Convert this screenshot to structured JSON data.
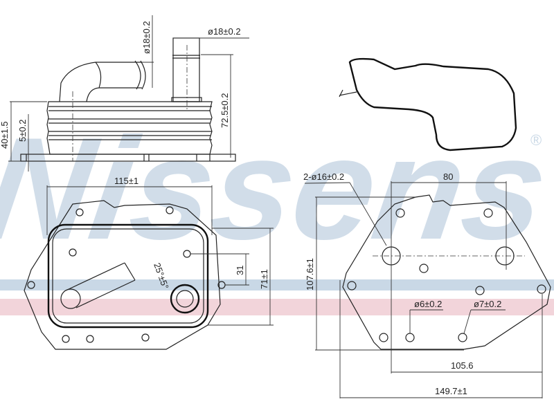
{
  "watermark": {
    "brand": "Nissens",
    "registered": "®",
    "colors": {
      "blue": "#c9d8e6",
      "pink": "#f2d4da"
    }
  },
  "side_view": {
    "dims": {
      "pipe1_diameter": "ø18±0.2",
      "pipe2_diameter": "ø18±0.2",
      "height_total": "72.5±0.2",
      "height_body": "40±1.5",
      "flange_thickness": "5±0.2"
    }
  },
  "top_view": {
    "dims": {
      "width": "115±1",
      "angle": "25°±5°",
      "offset": "31",
      "depth": "71±1"
    }
  },
  "base_view": {
    "dims": {
      "port_holes": "2-ø16±0.2",
      "port_spacing": "80",
      "height": "107.6±1",
      "hole_small": "ø6±0.2",
      "hole_large": "ø7±0.2",
      "inner_width": "105.6",
      "overall_width": "149.7±1"
    }
  }
}
